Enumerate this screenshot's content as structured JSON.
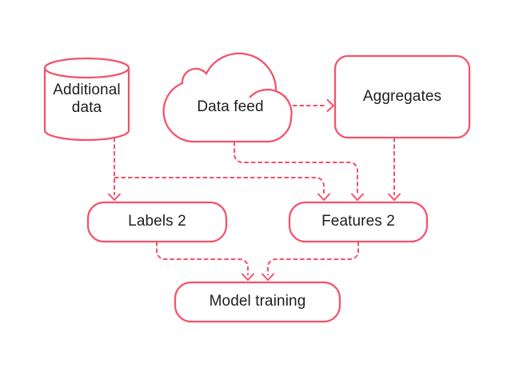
{
  "diagram": {
    "background_color": "#ffffff",
    "accent_color": "#f4526b",
    "text_color": "#1e1e1e",
    "nodes": [
      {
        "id": "additional-data",
        "label": "Additional data",
        "shape": "database-cylinder"
      },
      {
        "id": "data-feed",
        "label": "Data feed",
        "shape": "cloud"
      },
      {
        "id": "aggregates",
        "label": "Aggregates",
        "shape": "rounded-rectangle"
      },
      {
        "id": "labels-2",
        "label": "Labels 2",
        "shape": "rounded-rectangle"
      },
      {
        "id": "features-2",
        "label": "Features 2",
        "shape": "rounded-rectangle"
      },
      {
        "id": "model-training",
        "label": "Model training",
        "shape": "rounded-rectangle"
      }
    ],
    "edges": [
      {
        "from": "Additional data",
        "to": "Labels 2",
        "style": "dashed-arrow"
      },
      {
        "from": "Additional data",
        "to": "Features 2",
        "style": "dashed-arrow"
      },
      {
        "from": "Data feed",
        "to": "Aggregates",
        "style": "dashed-arrow"
      },
      {
        "from": "Data feed",
        "to": "Features 2",
        "style": "dashed-arrow"
      },
      {
        "from": "Aggregates",
        "to": "Features 2",
        "style": "dashed-arrow"
      },
      {
        "from": "Labels 2",
        "to": "Model training",
        "style": "dashed-arrow"
      },
      {
        "from": "Features 2",
        "to": "Model training",
        "style": "dashed-arrow"
      }
    ]
  }
}
